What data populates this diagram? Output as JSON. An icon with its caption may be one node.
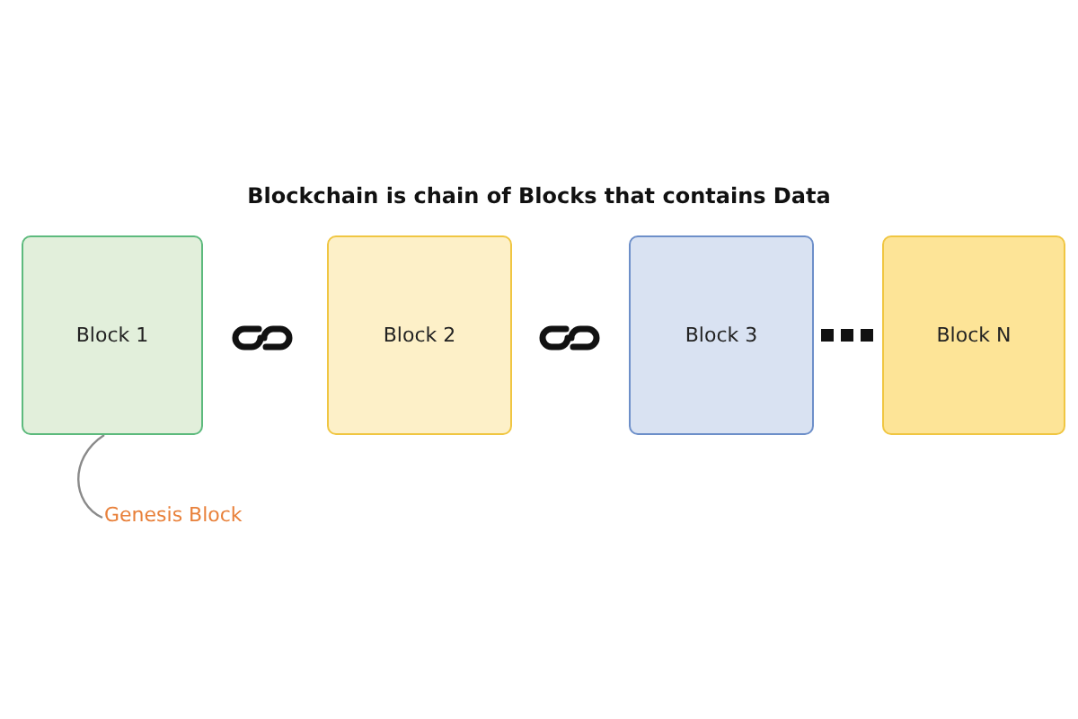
{
  "diagram": {
    "title": "Blockchain is chain of Blocks that contains Data",
    "nodes": [
      {
        "text": [
          "Block 1"
        ]
      },
      {
        "text": [
          "Block 2"
        ]
      },
      {
        "text": [
          "Block 3"
        ]
      },
      {
        "text": [
          "Block N"
        ]
      },
      {
        "text": [
          "Genesis Block"
        ]
      }
    ],
    "edges": [
      {
        "from": 4,
        "to": 0,
        "arrow": "none"
      }
    ]
  }
}
